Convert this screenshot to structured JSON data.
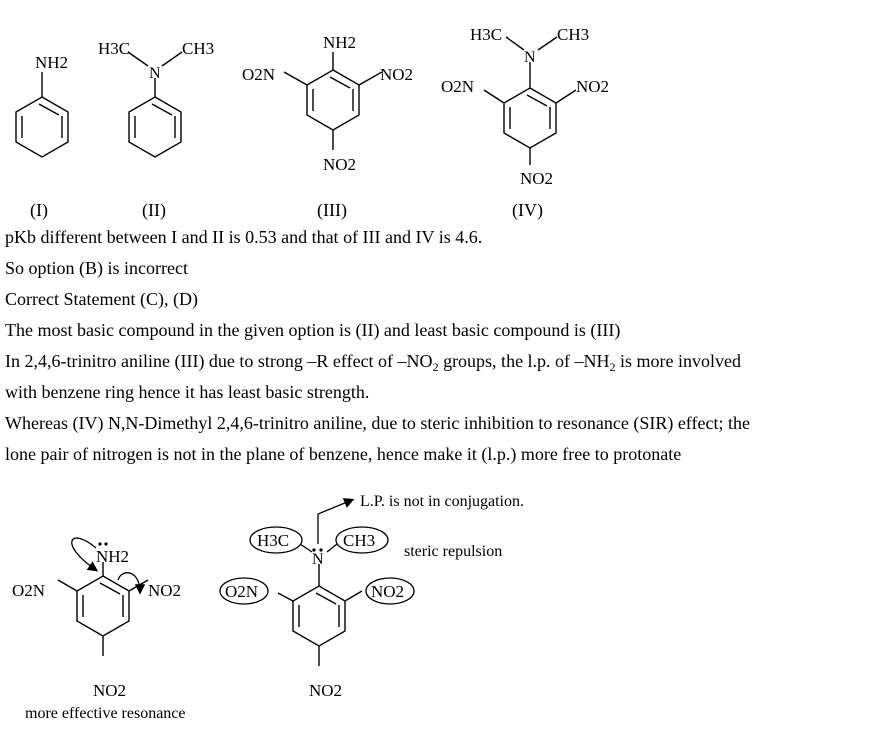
{
  "structures": {
    "I": {
      "label": "(I)",
      "substituent": "NH2"
    },
    "II": {
      "label": "(II)",
      "n": "N",
      "methyl_left": "H3C",
      "methyl_right": "CH3"
    },
    "III": {
      "label": "(III)",
      "amino": "NH2",
      "nitro_left": "O2N",
      "nitro_right": "NO2",
      "nitro_bottom": "NO2"
    },
    "IV": {
      "label": "(IV)",
      "n": "N",
      "methyl_left": "H3C",
      "methyl_right": "CH3",
      "nitro_left": "O2N",
      "nitro_right": "NO2",
      "nitro_bottom": "NO2"
    }
  },
  "text": {
    "line1": "pKb different between I and II is 0.53 and that of III and IV is 4.6.",
    "line2": "So option (B) is incorrect",
    "line3": "Correct Statement (C), (D)",
    "line4": "The most basic compound in the given option is (II) and least basic compound is (III)",
    "line5_a": "In 2,4,6-trinitro aniline (III) due to strong –R effect of –NO",
    "line5_sub1": "2",
    "line5_b": " groups, the l.p. of –NH",
    "line5_sub2": "2",
    "line5_c": " is more involved",
    "line6": "with benzene ring hence it has least basic strength.",
    "line7": "Whereas (IV) N,N-Dimethyl 2,4,6-trinitro aniline, due to steric inhibition to resonance (SIR) effect; the",
    "line8": "lone pair of nitrogen is not in the plane of benzene, hence make it (l.p.) more free to protonate"
  },
  "diagrams": {
    "left": {
      "amino": "NH2",
      "nitro_left": "O2N",
      "nitro_right": "NO2",
      "nitro_bottom": "NO2",
      "caption": "more effective resonance"
    },
    "right": {
      "n": "N",
      "methyl_left": "H3C",
      "methyl_right": "CH3",
      "nitro_left": "O2N",
      "nitro_right": "NO2",
      "nitro_bottom": "NO2",
      "note_lp": "L.P. is not in conjugation.",
      "note_steric": "steric repulsion"
    }
  }
}
